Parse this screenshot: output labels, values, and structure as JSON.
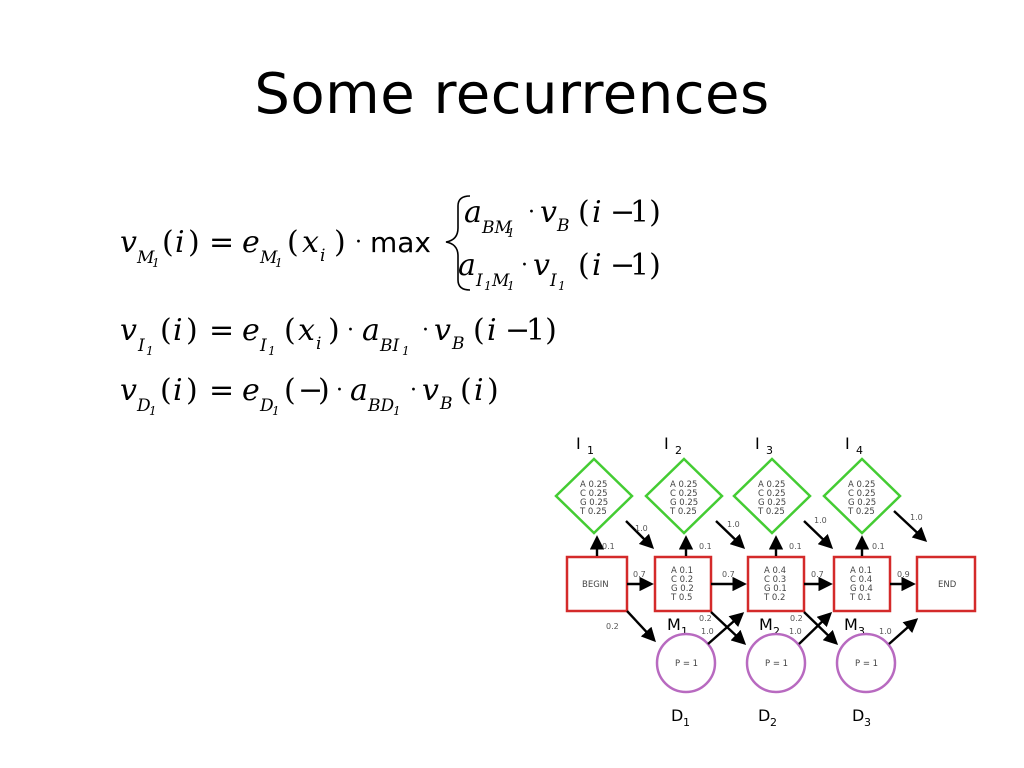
{
  "title": "Some recurrences",
  "equations": {
    "eq1": "v_M1(i) = e_M1(x_i) · max{ a_BM1 · v_B(i−1) ; a_I1M1 · v_I1(i−1) }",
    "eq2": "v_I1(i) = e_I1(x_i) · a_BI1 · v_B(i−1)",
    "eq3": "v_D1(i) = e_D1(−) · a_BD1 · v_B(i)"
  },
  "diagram": {
    "insert_labels": [
      {
        "letter": "I",
        "sub": "1"
      },
      {
        "letter": "I",
        "sub": "2"
      },
      {
        "letter": "I",
        "sub": "3"
      },
      {
        "letter": "I",
        "sub": "4"
      }
    ],
    "match_labels": [
      {
        "letter": "M",
        "sub": "1"
      },
      {
        "letter": "M",
        "sub": "2"
      },
      {
        "letter": "M",
        "sub": "3"
      }
    ],
    "delete_labels": [
      {
        "letter": "D",
        "sub": "1"
      },
      {
        "letter": "D",
        "sub": "2"
      },
      {
        "letter": "D",
        "sub": "3"
      }
    ],
    "insert_emissions": [
      "A 0.25",
      "C 0.25",
      "G 0.25",
      "T 0.25"
    ],
    "begin_label": "BEGIN",
    "end_label": "END",
    "match_emissions": [
      [
        "A 0.1",
        "C 0.2",
        "G 0.2",
        "T 0.5"
      ],
      [
        "A 0.4",
        "C 0.3",
        "G 0.1",
        "T 0.2"
      ],
      [
        "A 0.1",
        "C 0.4",
        "G 0.4",
        "T 0.1"
      ]
    ],
    "delete_text": "P = 1",
    "transitions": {
      "match_to_match": [
        "0.7",
        "0.7",
        "0.7",
        "0.9"
      ],
      "to_insert": [
        "0.1",
        "0.1",
        "0.1",
        "0.1"
      ],
      "insert_to_match": [
        "1.0",
        "1.0",
        "1.0",
        "1.0"
      ],
      "to_delete": [
        "0.2",
        "0.2",
        "0.2"
      ],
      "delete_out": [
        "1.0",
        "1.0",
        "1.0"
      ]
    }
  },
  "colors": {
    "insert": "#44cc33",
    "match": "#d42a2a",
    "delete": "#b86ac0",
    "arrow": "#000000"
  }
}
